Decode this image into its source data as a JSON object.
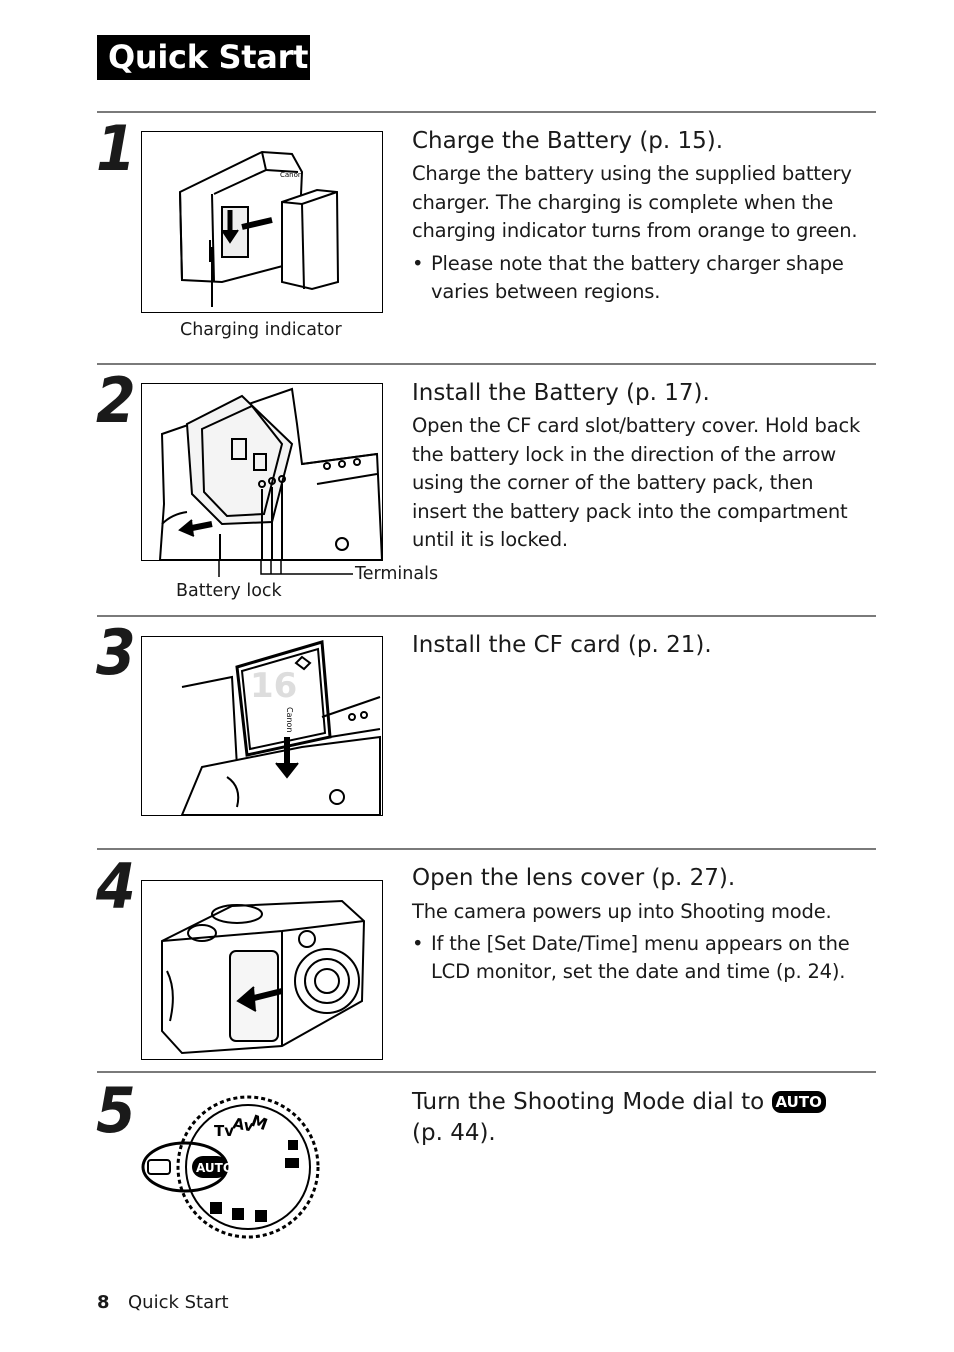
{
  "header": {
    "title": "Quick Start"
  },
  "steps": [
    {
      "number": "1",
      "heading": "Charge the Battery (p. 15).",
      "body": "Charge the battery using the supplied battery charger. The charging is complete when the charging indicator turns from orange to green.",
      "bullet": "Please note that the battery charger shape varies between regions.",
      "caption": "Charging indicator"
    },
    {
      "number": "2",
      "heading": "Install the Battery (p. 17).",
      "body": "Open the CF card slot/battery cover. Hold back the battery lock in the direction of the arrow using the corner of the battery pack, then insert the battery pack into the compartment until it is locked.",
      "caption_terminals": "Terminals",
      "caption_lock": "Battery lock"
    },
    {
      "number": "3",
      "heading": "Install the CF card (p. 21)."
    },
    {
      "number": "4",
      "heading": "Open the lens cover (p. 27).",
      "body": "The camera powers up into Shooting mode.",
      "bullet": "If the [Set Date/Time] menu appears on the LCD monitor, set the date and time (p. 24)."
    },
    {
      "number": "5",
      "heading_prefix": "Turn the Shooting Mode dial to",
      "heading_badge": "AUTO",
      "heading_suffix": "(p. 44)."
    }
  ],
  "bullet_symbol": "•",
  "footer": {
    "page_number": "8",
    "label": "Quick Start"
  }
}
